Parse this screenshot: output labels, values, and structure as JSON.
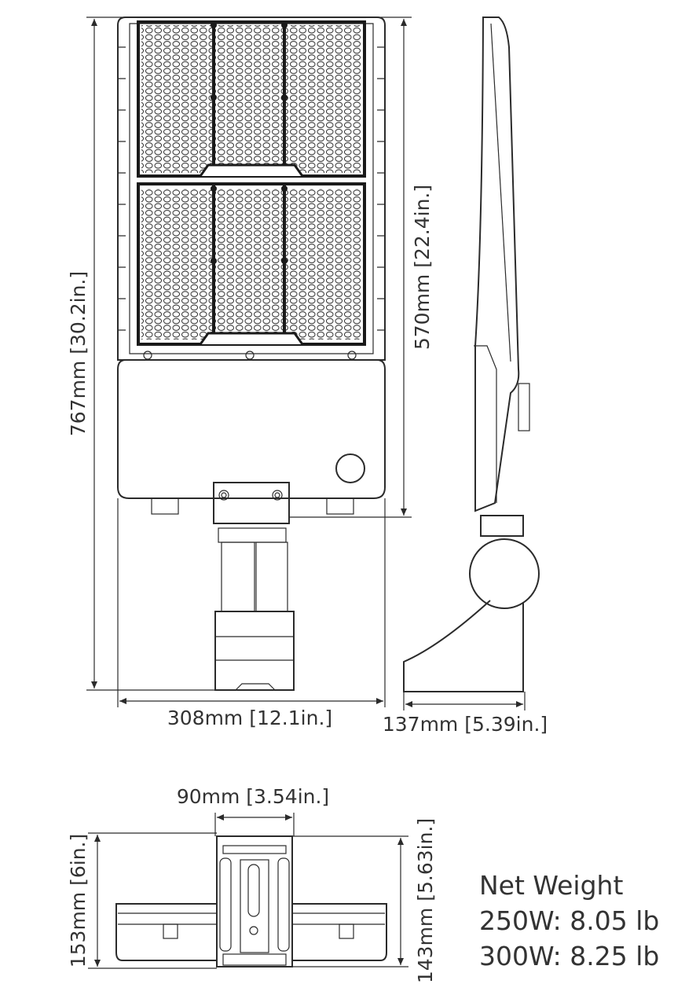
{
  "dimensions": {
    "height_total": "767mm [30.2in.]",
    "height_housing": "570mm [22.4in.]",
    "width_front": "308mm [12.1in.]",
    "depth_side": "137mm [5.39in.]",
    "mount_width": "90mm [3.54in.]",
    "bottom_height_left": "153mm [6in.]",
    "bottom_height_right": "143mm [5.63in.]"
  },
  "weights": {
    "title": "Net  Weight",
    "w250": "250W: 8.05 lb",
    "w300": "300W: 8.25 lb"
  }
}
